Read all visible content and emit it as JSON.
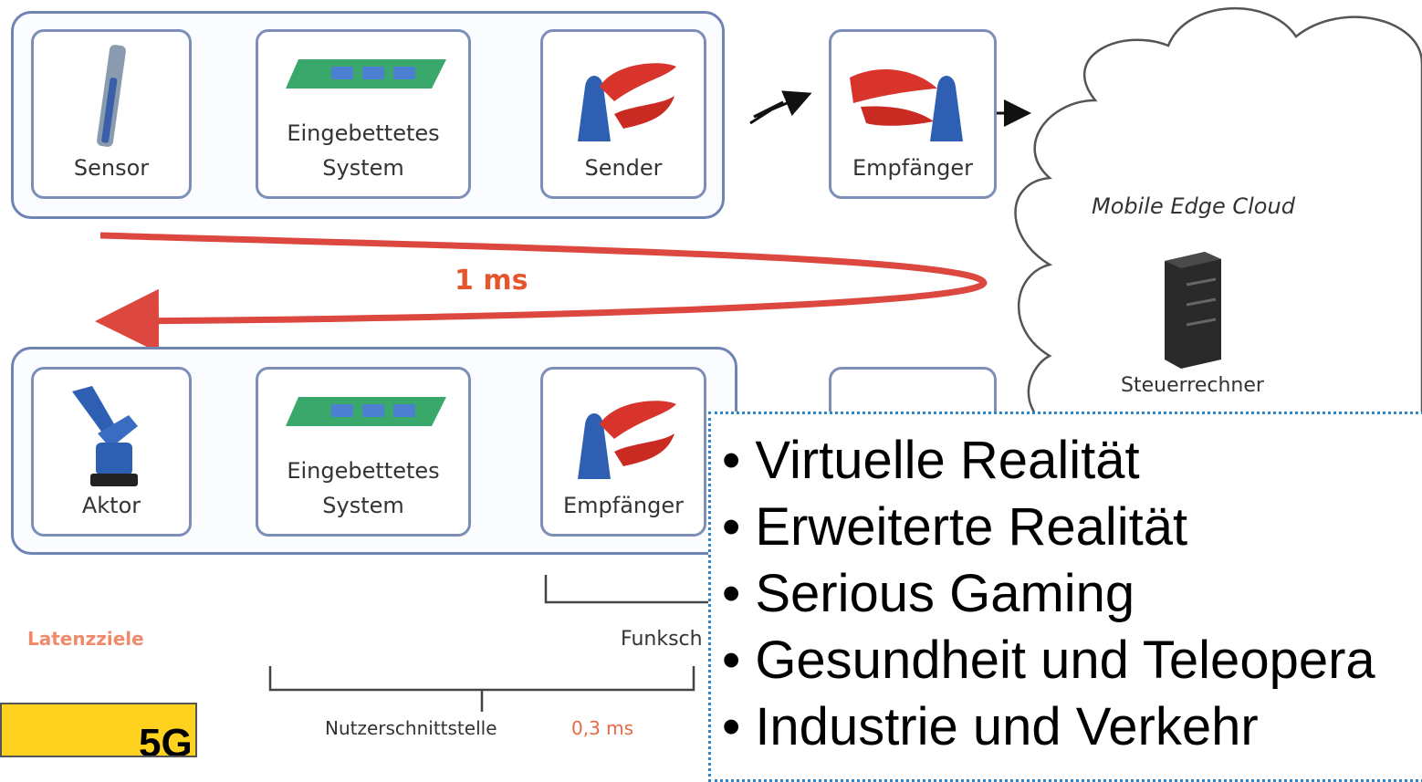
{
  "top_row": {
    "sensor": "Sensor",
    "embedded": "Eingebettetes System",
    "embedded_line1": "Eingebettetes",
    "embedded_line2": "System",
    "sender": "Sender",
    "receiver": "Empfänger"
  },
  "bottom_row": {
    "actuator": "Aktor",
    "embedded_line1": "Eingebettetes",
    "embedded_line2": "System",
    "receiver": "Empfänger"
  },
  "cloud": {
    "label": "Mobile Edge Cloud",
    "server_label": "Steuerrechner"
  },
  "latency": {
    "loop_label": "1 ms",
    "goals_label": "Latenzziele",
    "radio_interface_label": "Funksch",
    "user_interface_label": "Nutzerschnittstelle",
    "user_interface_value": "0,3 ms"
  },
  "bullets": [
    "Virtuelle Realität",
    "Erweiterte Realität",
    "Serious Gaming",
    "Gesundheit und Teleopera",
    "Industrie und Verkehr"
  ],
  "badge_label": "5G",
  "colors": {
    "box_border": "#7d8fb8",
    "arrow_red": "#d9342b",
    "highlight_badge": "#ffd21f",
    "panel_border": "#2e86c9"
  },
  "icons": [
    "sensor-icon",
    "chip-board-icon",
    "antenna-sender-icon",
    "antenna-receiver-icon",
    "server-icon",
    "robot-arm-icon"
  ]
}
